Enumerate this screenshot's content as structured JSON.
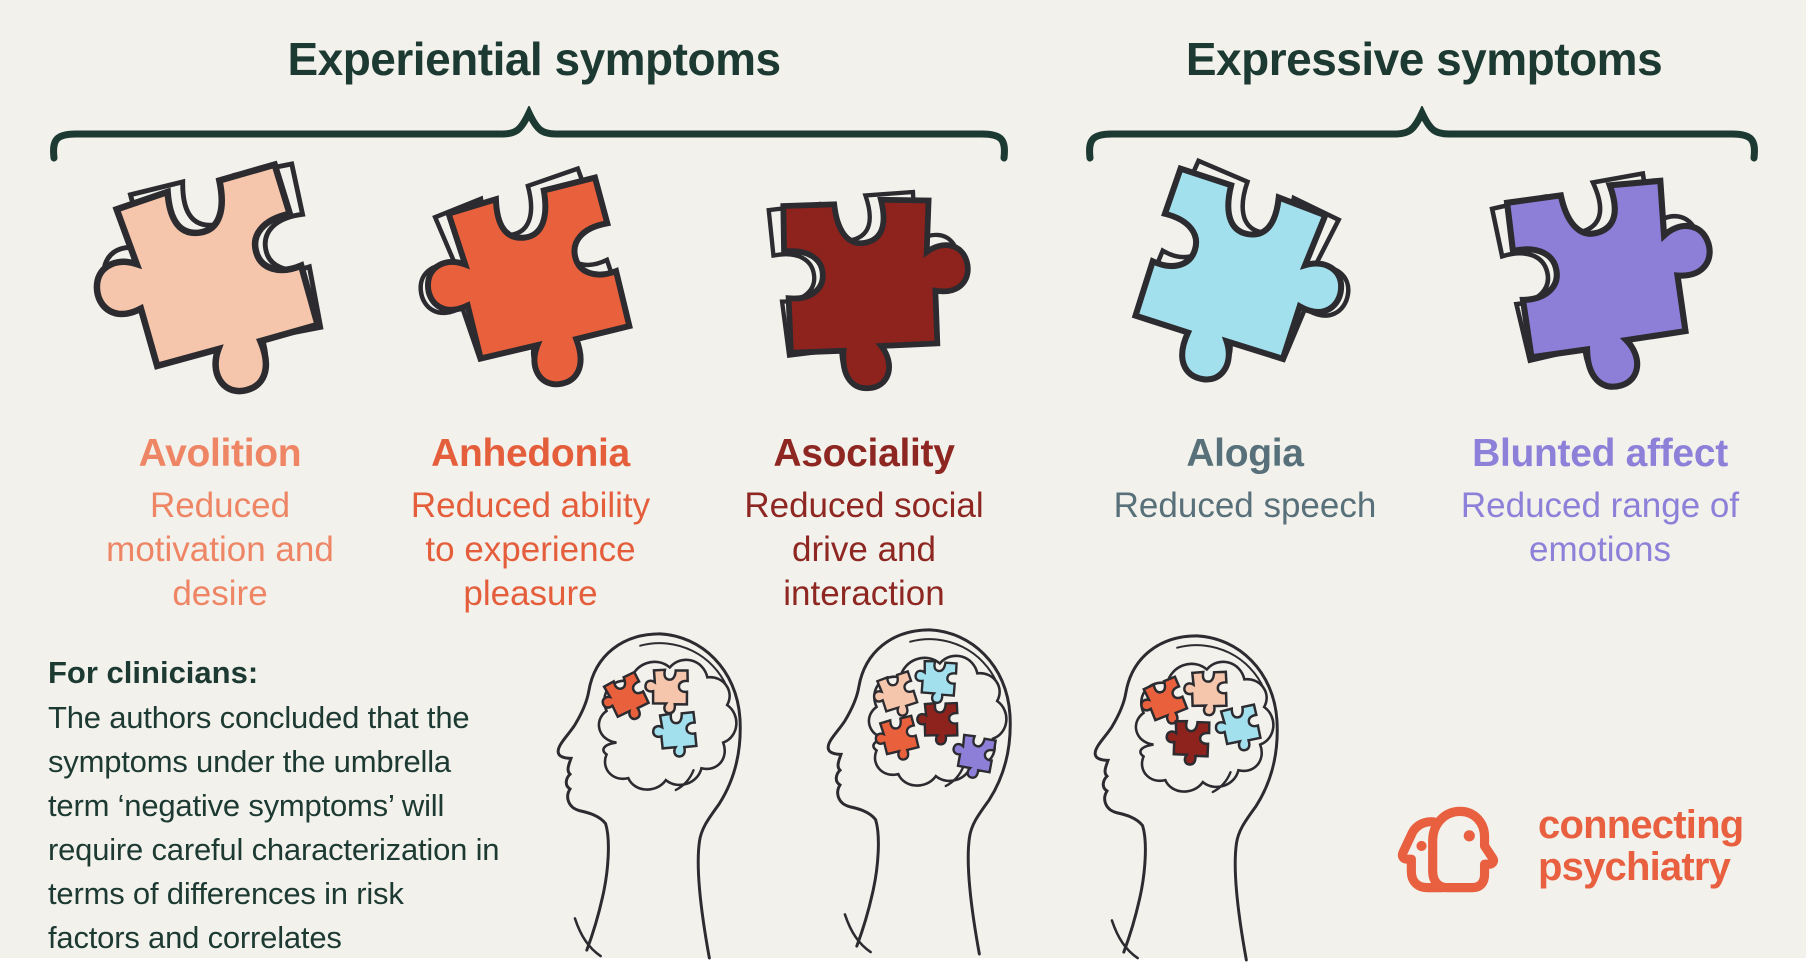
{
  "page": {
    "background": "#f2f1ec",
    "title_color": "#1d3a32",
    "outline_color": "#2b2b30"
  },
  "sections": [
    {
      "title": "Experiential symptoms"
    },
    {
      "title": "Expressive symptoms"
    }
  ],
  "symptoms": [
    {
      "name": "Avolition",
      "description": "Reduced motivation and desire",
      "text_color": "#ee8565",
      "fill": "#f6c6ac"
    },
    {
      "name": "Anhedonia",
      "description": "Reduced ability to experience pleasure",
      "text_color": "#e55e3c",
      "fill": "#e9603c"
    },
    {
      "name": "Asociality",
      "description": "Reduced social drive and interaction",
      "text_color": "#8e2722",
      "fill": "#8e231d"
    },
    {
      "name": "Alogia",
      "description": "Reduced speech",
      "text_color": "#587079",
      "fill": "#a3e0ed"
    },
    {
      "name": "Blunted affect",
      "description": "Reduced range of emotions",
      "text_color": "#8c80d9",
      "fill": "#8d7fd7"
    }
  ],
  "clinicians": {
    "heading": "For clinicians:",
    "body": "The authors concluded that the symptoms under the umbrella term ‘negative symptoms’ will require careful characterization in terms of differences in risk factors and correlates"
  },
  "logo": {
    "line1": "connecting",
    "line2": "psychiatry",
    "color": "#e8603f"
  }
}
